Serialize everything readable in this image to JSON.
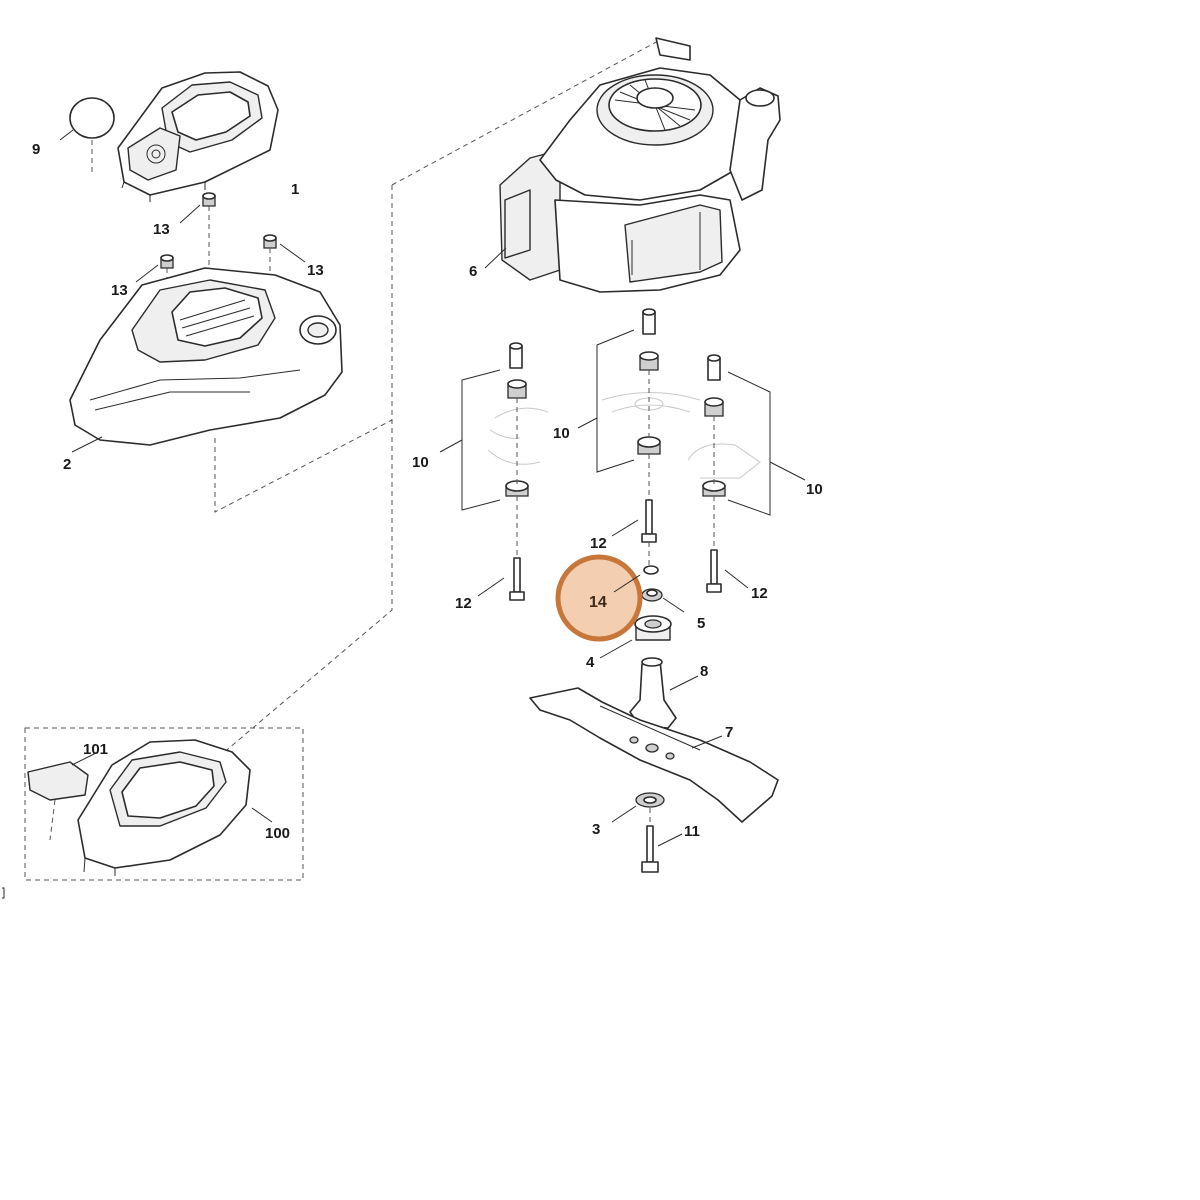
{
  "diagram": {
    "labels": {
      "p1": "1",
      "p2": "2",
      "p3": "3",
      "p4": "4",
      "p5": "5",
      "p6": "6",
      "p7": "7",
      "p8": "8",
      "p9": "9",
      "p10a": "10",
      "p10b": "10",
      "p10c": "10",
      "p11": "11",
      "p12a": "12",
      "p12b": "12",
      "p12c": "12",
      "p13a": "13",
      "p13b": "13",
      "p13c": "13",
      "p14": "14",
      "p100": "100",
      "p101": "101"
    },
    "highlight": {
      "part": "14",
      "fill_color": "#f3c9a8",
      "ring_color": "#c8773a"
    }
  }
}
